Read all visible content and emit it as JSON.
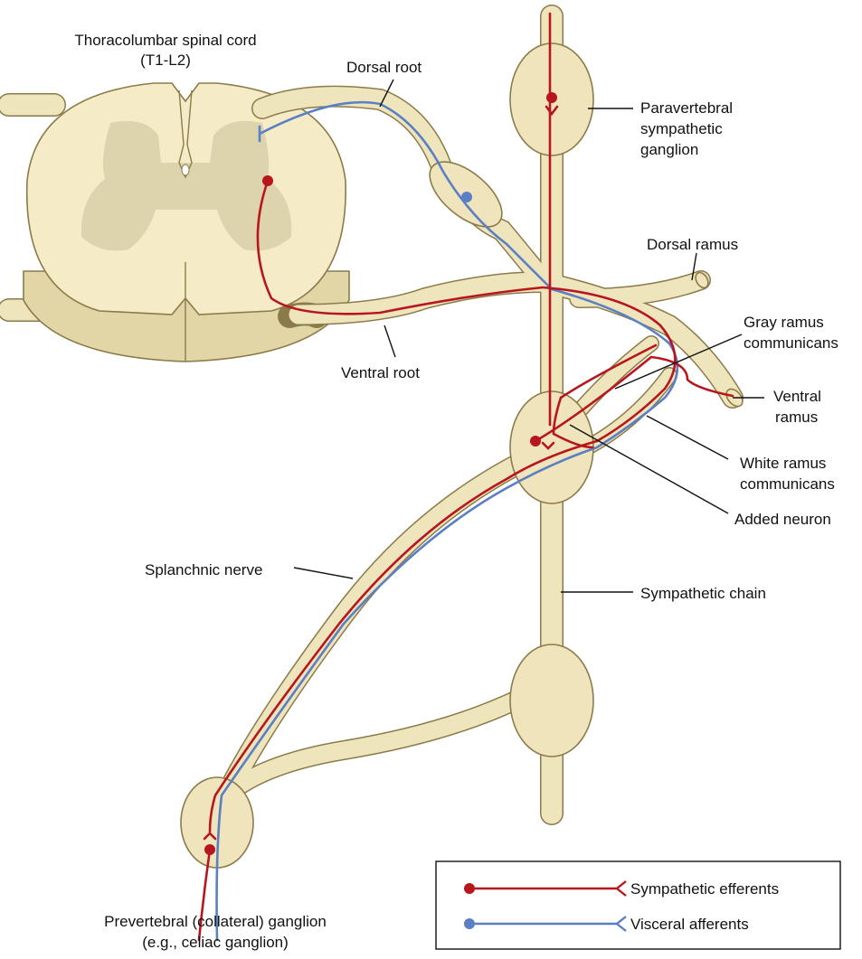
{
  "labels": {
    "cord_title_1": "Thoracolumbar spinal cord",
    "cord_title_2": "(T1-L2)",
    "dorsal_root": "Dorsal root",
    "paravertebral_1": "Paravertebral",
    "paravertebral_2": "sympathetic",
    "paravertebral_3": "ganglion",
    "dorsal_ramus": "Dorsal ramus",
    "gray_ramus_1": "Gray ramus",
    "gray_ramus_2": "communicans",
    "ventral_root": "Ventral root",
    "ventral_ramus_1": "Ventral",
    "ventral_ramus_2": "ramus",
    "white_ramus_1": "White ramus",
    "white_ramus_2": "communicans",
    "added_neuron": "Added neuron",
    "splanchnic": "Splanchnic nerve",
    "sympathetic_chain": "Sympathetic chain",
    "prevertebral_1": "Prevertebral (collateral) ganglion",
    "prevertebral_2": "(e.g., celiac ganglion)"
  },
  "legend": {
    "efferent_label": "Sympathetic efferents",
    "afferent_label": "Visceral afferents"
  },
  "colors": {
    "sympathetic_efferent": "#b8161d",
    "visceral_afferent": "#5b7fc4",
    "nerve_fill": "#efe4bb",
    "nerve_outline": "#8c7b4a",
    "gray_matter": "#ddd3ad"
  }
}
